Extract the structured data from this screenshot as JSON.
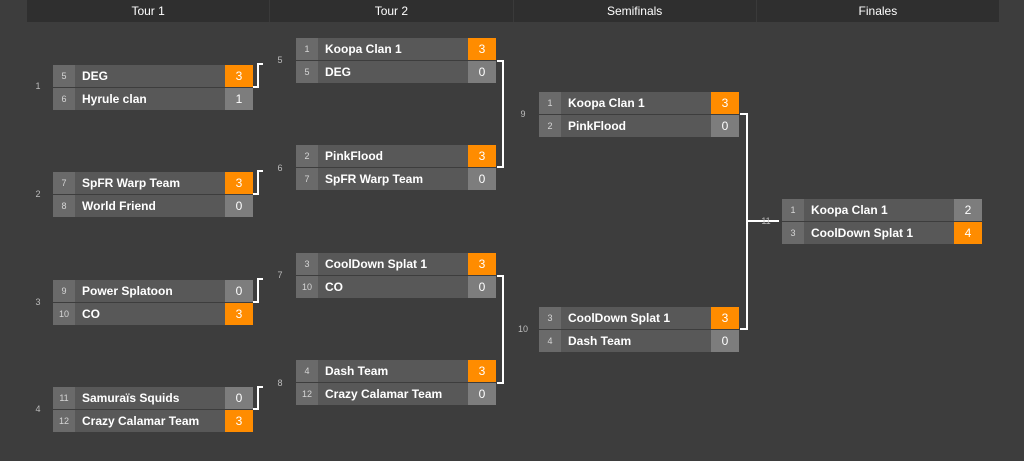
{
  "rounds": [
    "Tour 1",
    "Tour 2",
    "Semifinals",
    "Finales"
  ],
  "matches": [
    {
      "num": "1",
      "top": {
        "seed": "5",
        "team": "DEG",
        "score": "3",
        "win": true
      },
      "bottom": {
        "seed": "6",
        "team": "Hyrule clan",
        "score": "1",
        "win": false
      }
    },
    {
      "num": "2",
      "top": {
        "seed": "7",
        "team": "SpFR Warp Team",
        "score": "3",
        "win": true
      },
      "bottom": {
        "seed": "8",
        "team": "World Friend",
        "score": "0",
        "win": false
      }
    },
    {
      "num": "3",
      "top": {
        "seed": "9",
        "team": "Power Splatoon",
        "score": "0",
        "win": false
      },
      "bottom": {
        "seed": "10",
        "team": "CO",
        "score": "3",
        "win": true
      }
    },
    {
      "num": "4",
      "top": {
        "seed": "11",
        "team": "Samuraïs Squids",
        "score": "0",
        "win": false
      },
      "bottom": {
        "seed": "12",
        "team": "Crazy Calamar Team",
        "score": "3",
        "win": true
      }
    },
    {
      "num": "5",
      "top": {
        "seed": "1",
        "team": "Koopa Clan 1",
        "score": "3",
        "win": true
      },
      "bottom": {
        "seed": "5",
        "team": "DEG",
        "score": "0",
        "win": false
      }
    },
    {
      "num": "6",
      "top": {
        "seed": "2",
        "team": "PinkFlood",
        "score": "3",
        "win": true
      },
      "bottom": {
        "seed": "7",
        "team": "SpFR Warp Team",
        "score": "0",
        "win": false
      }
    },
    {
      "num": "7",
      "top": {
        "seed": "3",
        "team": "CoolDown Splat 1",
        "score": "3",
        "win": true
      },
      "bottom": {
        "seed": "10",
        "team": "CO",
        "score": "0",
        "win": false
      }
    },
    {
      "num": "8",
      "top": {
        "seed": "4",
        "team": "Dash Team",
        "score": "3",
        "win": true
      },
      "bottom": {
        "seed": "12",
        "team": "Crazy Calamar Team",
        "score": "0",
        "win": false
      }
    },
    {
      "num": "9",
      "top": {
        "seed": "1",
        "team": "Koopa Clan 1",
        "score": "3",
        "win": true
      },
      "bottom": {
        "seed": "2",
        "team": "PinkFlood",
        "score": "0",
        "win": false
      }
    },
    {
      "num": "10",
      "top": {
        "seed": "3",
        "team": "CoolDown Splat 1",
        "score": "3",
        "win": true
      },
      "bottom": {
        "seed": "4",
        "team": "Dash Team",
        "score": "0",
        "win": false
      }
    },
    {
      "num": "11",
      "top": {
        "seed": "1",
        "team": "Koopa Clan 1",
        "score": "2",
        "win": false
      },
      "bottom": {
        "seed": "3",
        "team": "CoolDown Splat 1",
        "score": "4",
        "win": true
      }
    }
  ],
  "colors": {
    "win": "#ff8c00",
    "loss": "#7d7d7d",
    "connector": "#ffffff"
  }
}
